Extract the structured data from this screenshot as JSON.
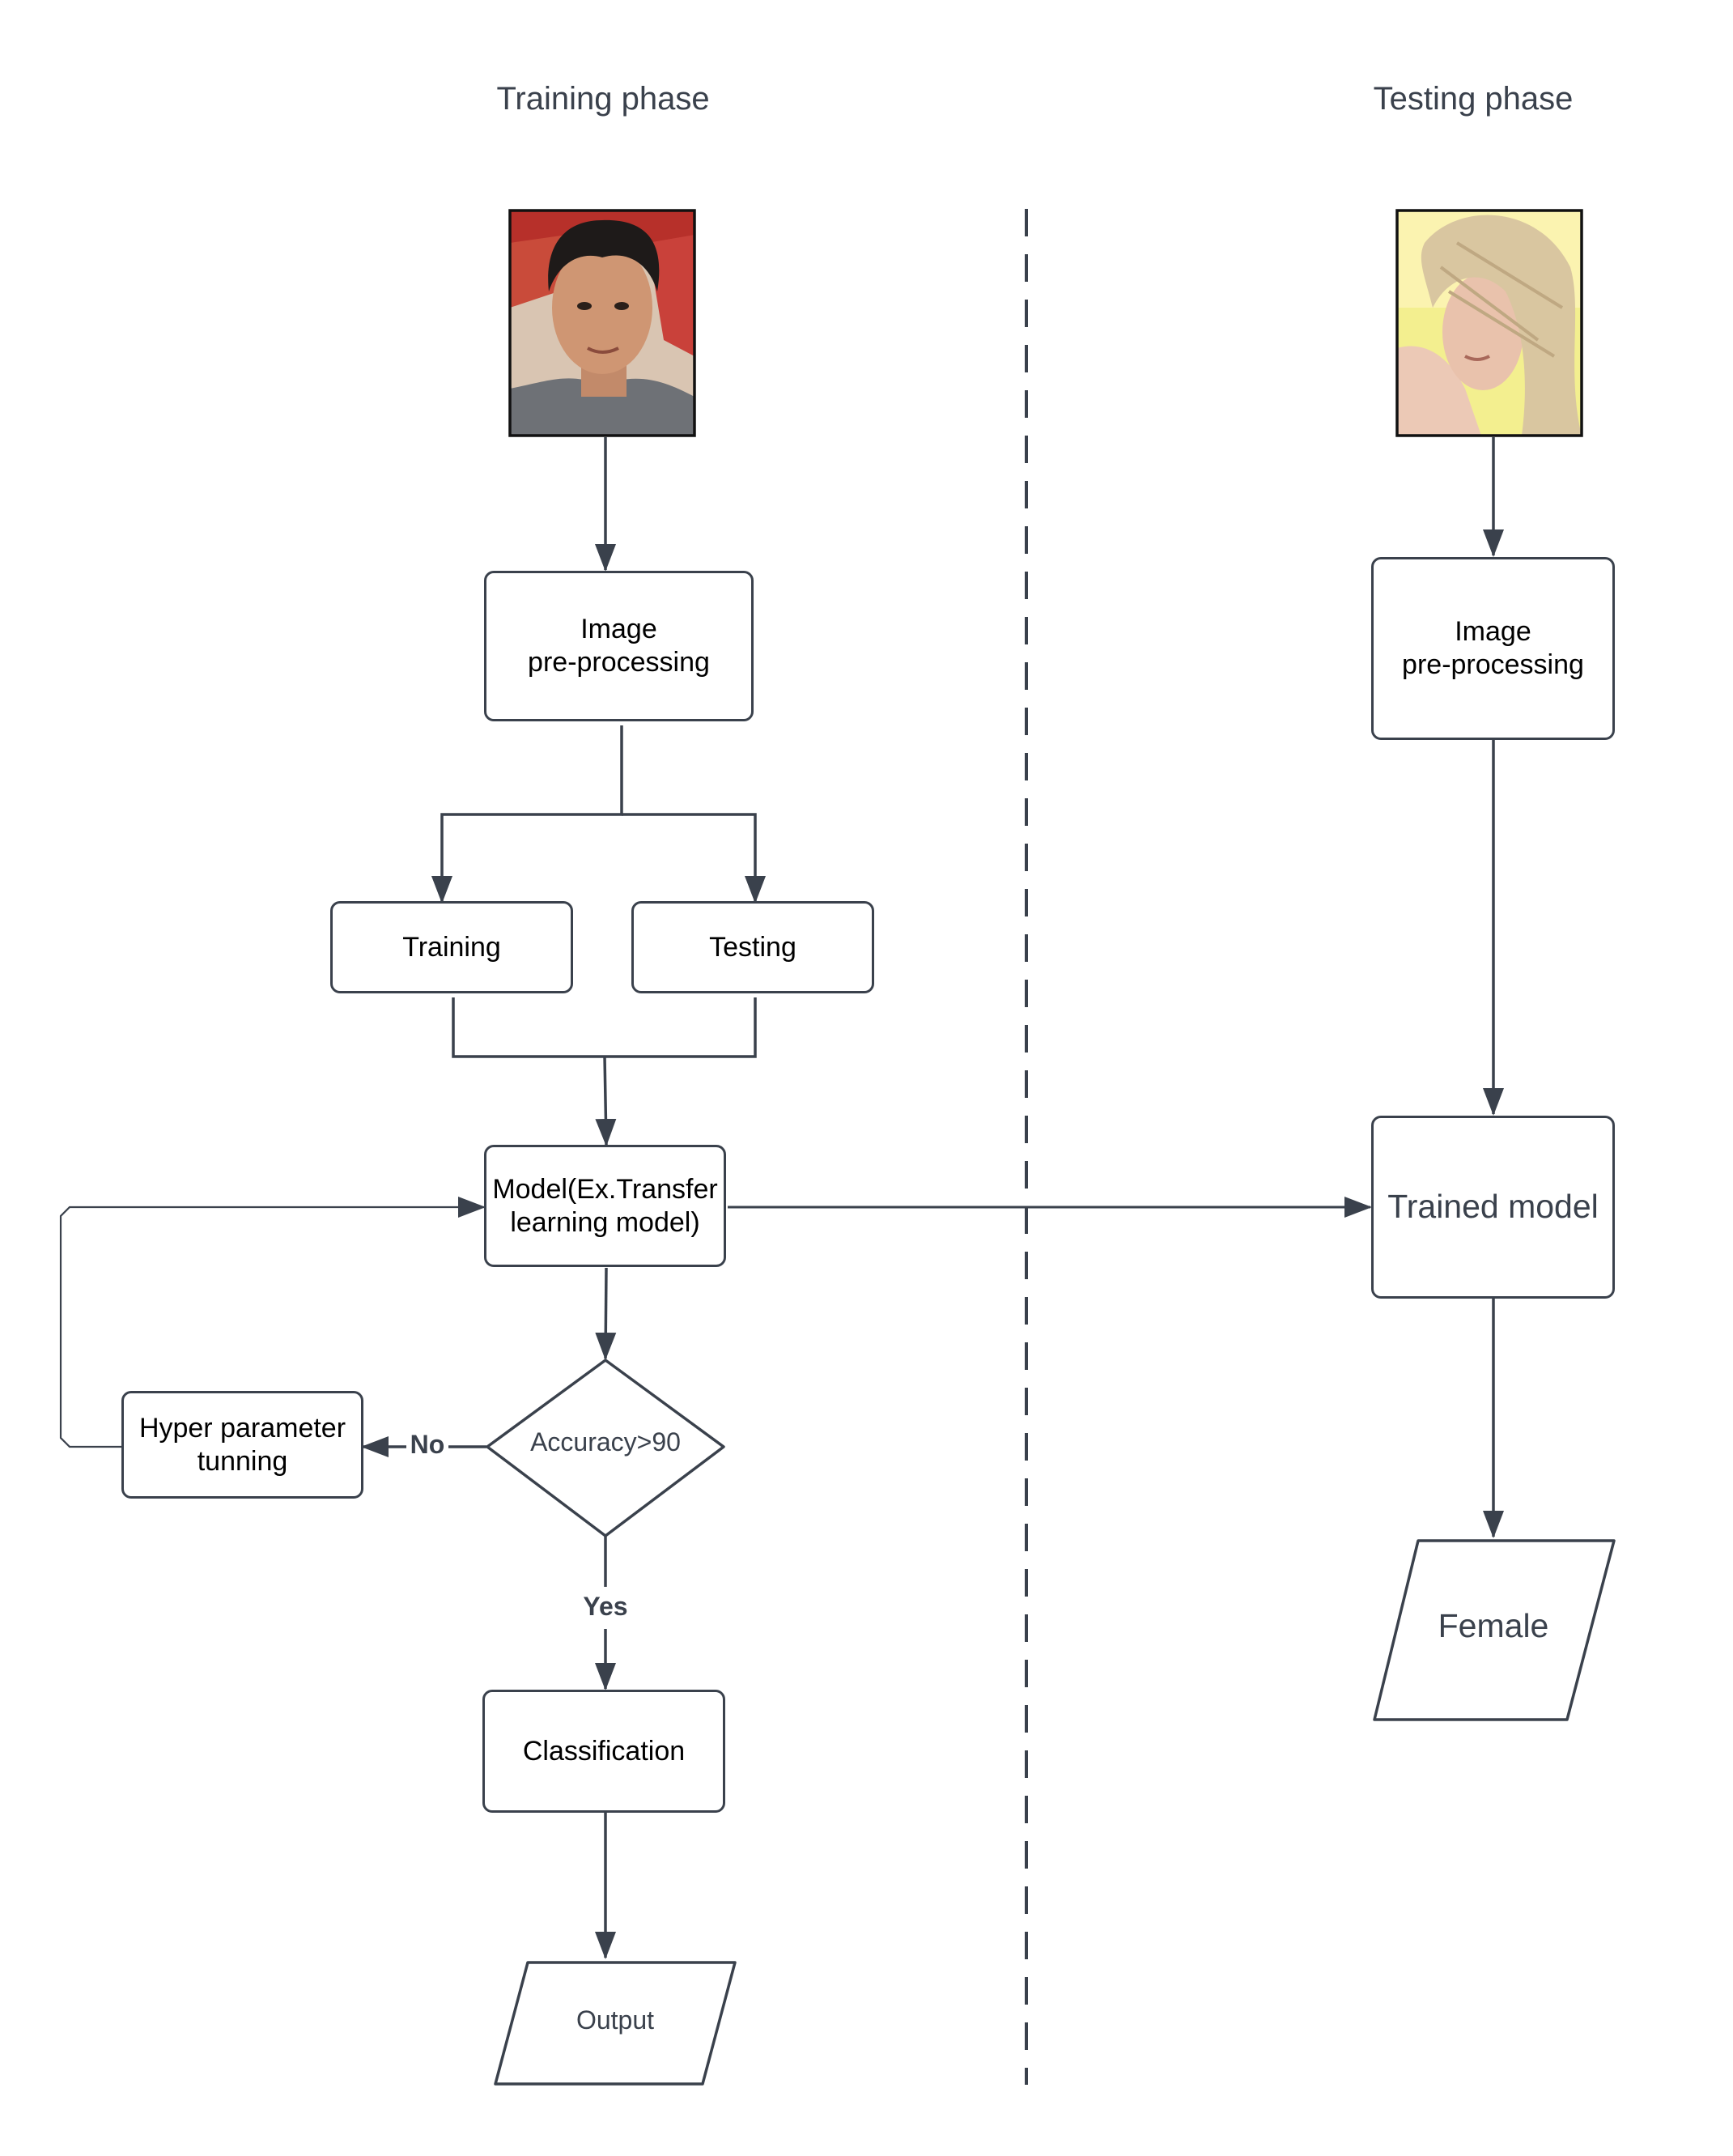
{
  "phases": {
    "training": "Training phase",
    "testing": "Testing phase"
  },
  "training": {
    "photo_icon": "male-face-photo-icon",
    "preprocessing": "Image\npre-processing",
    "training_split": "Training",
    "testing_split": "Testing",
    "model": "Model(Ex.Transfer\nlearning model)",
    "decision": "Accuracy>90",
    "hyper": "Hyper parameter\ntunning",
    "no_label": "No",
    "yes_label": "Yes",
    "classification": "Classification",
    "output": "Output"
  },
  "testing": {
    "photo_icon": "female-face-photo-icon",
    "preprocessing": "Image\npre-processing",
    "trained_model": "Trained model",
    "result": "Female"
  },
  "colors": {
    "stroke": "#3a414c",
    "text": "#000000",
    "divider": "#3a414c"
  }
}
